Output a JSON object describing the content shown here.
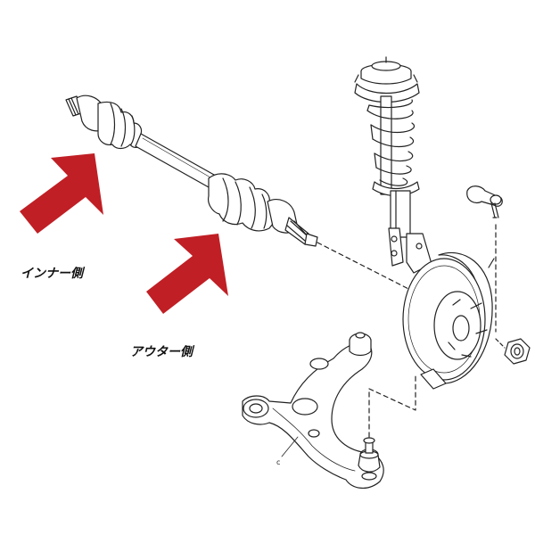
{
  "labels": {
    "inner": "インナー側",
    "outer": "アウター側",
    "part_c": "c"
  },
  "colors": {
    "arrow": "#c01f25",
    "line": "#222222",
    "background": "#ffffff"
  },
  "icons": {
    "inner_arrow": "up-right-arrow-icon",
    "outer_arrow": "up-right-arrow-icon"
  }
}
